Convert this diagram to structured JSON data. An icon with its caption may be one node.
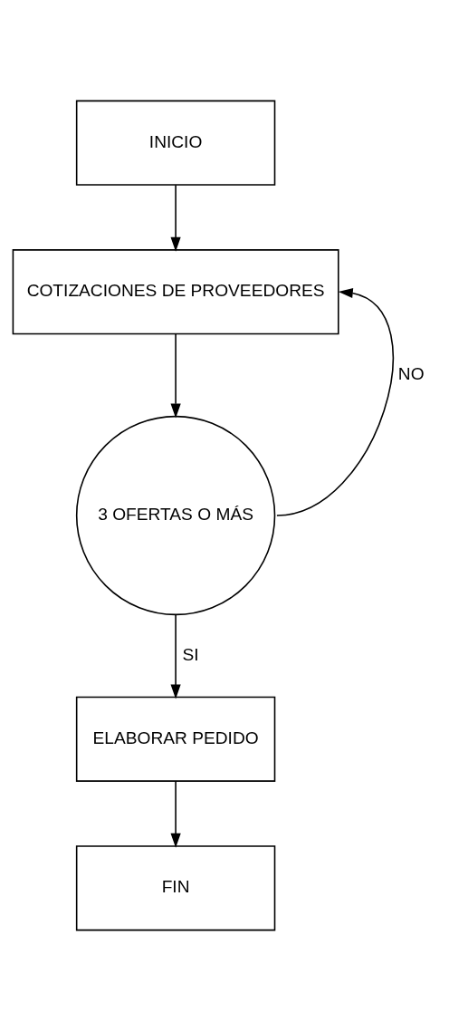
{
  "diagram": {
    "nodes": [
      {
        "text": [
          "INICIO"
        ]
      },
      {
        "text": [
          "COTIZACIONES DE PROVEEDORES"
        ]
      },
      {
        "text": [
          "3 OFERTAS O MÁS"
        ]
      },
      {
        "text": [
          "ELABORAR PEDIDO"
        ]
      },
      {
        "text": [
          "FIN"
        ]
      }
    ],
    "edges": [
      {
        "from": 0,
        "to": 1,
        "arrow": "to"
      },
      {
        "from": 1,
        "to": 2,
        "arrow": "to"
      },
      {
        "from": 2,
        "to": 1,
        "arrow": "to",
        "label": "NO"
      },
      {
        "from": 2,
        "to": 3,
        "arrow": "to",
        "label": "SI"
      },
      {
        "from": 3,
        "to": 4,
        "arrow": "to"
      }
    ]
  }
}
